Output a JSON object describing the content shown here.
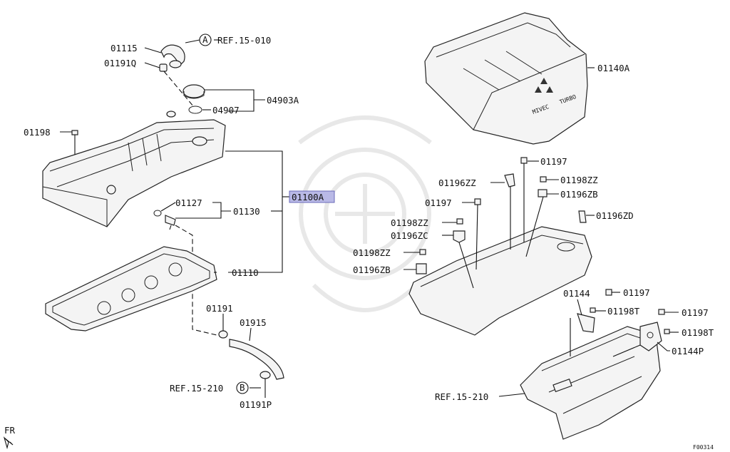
{
  "labels": {
    "p01115": "01115",
    "p01191q": "01191Q",
    "p01198": "01198",
    "p04903a": "04903A",
    "p04907": "04907",
    "p01100a": "01100A",
    "p01127": "01127",
    "p01130": "01130",
    "p01110": "01110",
    "p01191": "01191",
    "p01915": "01915",
    "p01191p": "01191P",
    "p01140a": "01140A",
    "p01197_a": "01197",
    "p01196zz": "01196ZZ",
    "p01198zz_a": "01198ZZ",
    "p01197_b": "01197",
    "p01196zb_a": "01196ZB",
    "p01198zz_b": "01198ZZ",
    "p01196zd": "01196ZD",
    "p01196zc": "01196ZC",
    "p01198zz_c": "01198ZZ",
    "p01196zb_b": "01196ZB",
    "p01144": "01144",
    "p01197_c": "01197",
    "p01198t_a": "01198T",
    "p01197_d": "01197",
    "p01198t_b": "01198T",
    "p01144p": "01144P"
  },
  "refs": {
    "ref_a": "REF.15-010",
    "ref_b": "REF.15-210",
    "ref_c": "REF.15-210"
  },
  "markers": {
    "a": "A",
    "b": "B"
  },
  "direction": "FR",
  "figure_code": "F00314",
  "cover_text": {
    "brand": "MIVEC",
    "sub": "TURBO"
  },
  "colors": {
    "highlight": "#b9b9e6",
    "line": "#111111"
  }
}
